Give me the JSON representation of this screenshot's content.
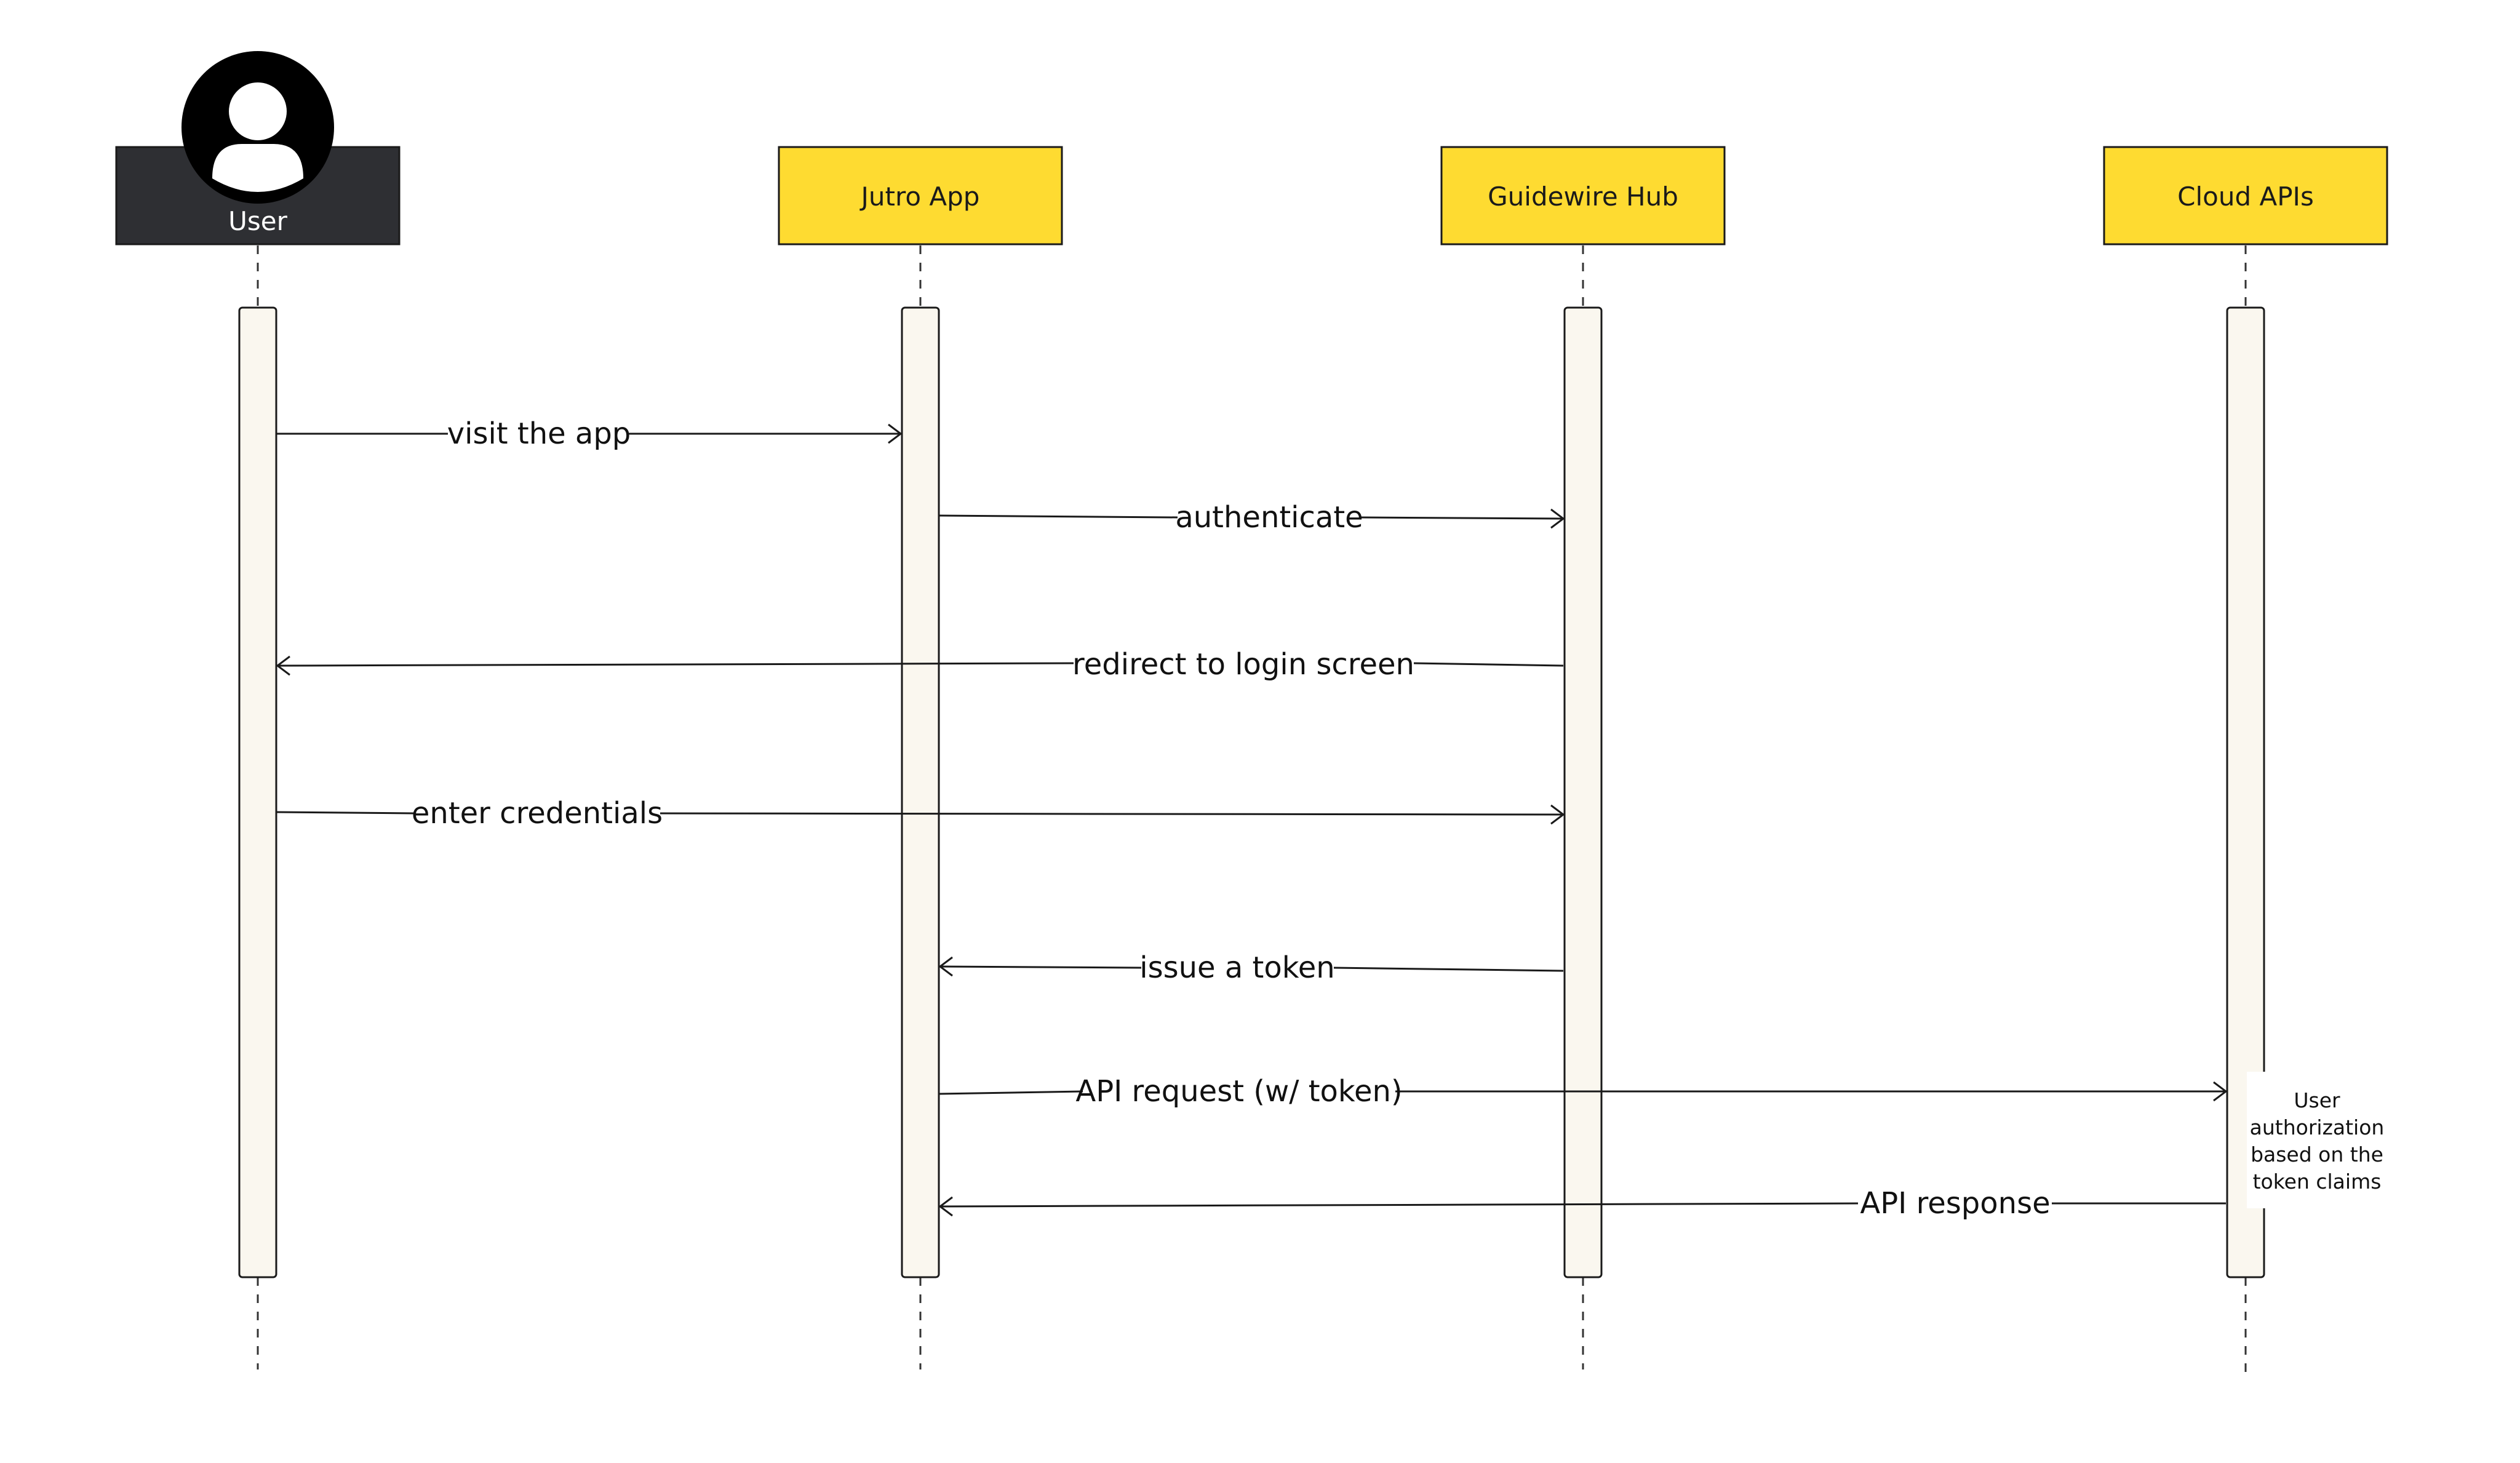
{
  "participants": [
    {
      "id": "user",
      "label": "User",
      "style": "actor",
      "fill": "#2e2f33",
      "text_color": "#ffffff"
    },
    {
      "id": "jutro",
      "label": "Jutro App",
      "style": "box",
      "fill": "#fedb31",
      "text_color": "#1a1a1a"
    },
    {
      "id": "hub",
      "label": "Guidewire Hub",
      "style": "box",
      "fill": "#fedb31",
      "text_color": "#1a1a1a"
    },
    {
      "id": "cloud",
      "label": "Cloud APIs",
      "style": "box",
      "fill": "#fedb31",
      "text_color": "#1a1a1a"
    }
  ],
  "messages": [
    {
      "from": "user",
      "to": "jutro",
      "label": "visit the app"
    },
    {
      "from": "jutro",
      "to": "hub",
      "label": "authenticate"
    },
    {
      "from": "hub",
      "to": "user",
      "label": "redirect to login screen"
    },
    {
      "from": "user",
      "to": "hub",
      "label": "enter credentials"
    },
    {
      "from": "hub",
      "to": "jutro",
      "label": "issue a token"
    },
    {
      "from": "jutro",
      "to": "cloud",
      "label": "API request (w/ token)"
    },
    {
      "from": "cloud",
      "to": "jutro",
      "label": "API response"
    }
  ],
  "note": {
    "attached_to": "cloud",
    "lines": [
      "User",
      "authorization",
      "based on the",
      "token claims"
    ]
  },
  "colors": {
    "activation_fill": "#faf7ef",
    "stroke": "#1a1a1a",
    "lifeline": "#333333"
  }
}
